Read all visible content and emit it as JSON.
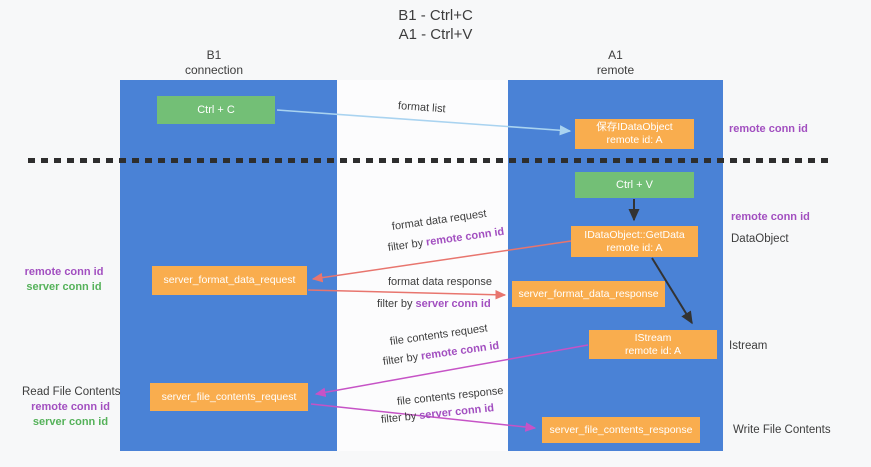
{
  "title": {
    "line1": "B1 - Ctrl+C",
    "line2": "A1 - Ctrl+V"
  },
  "lifelines": {
    "left": {
      "name": "B1",
      "role": "connection"
    },
    "right": {
      "name": "A1",
      "role": "remote"
    }
  },
  "nodes": {
    "ctrl_c": {
      "label": "Ctrl + C"
    },
    "save_idataobject": {
      "label": "保存IDataObject",
      "sub": "remote id: A"
    },
    "ctrl_v": {
      "label": "Ctrl + V"
    },
    "getdata": {
      "label": "IDataObject::GetData",
      "sub": "remote id: A"
    },
    "format_request": {
      "label": "server_format_data_request"
    },
    "format_response": {
      "label": "server_format_data_response"
    },
    "istream": {
      "label": "IStream",
      "sub": "remote id: A"
    },
    "file_request": {
      "label": "server_file_contents_request"
    },
    "file_response": {
      "label": "server_file_contents_response"
    }
  },
  "side_labels": {
    "remote_conn_id": "remote conn id",
    "server_conn_id": "server conn id",
    "dataobject": "DataObject",
    "istream": "Istream",
    "read_file_contents": "Read File Contents",
    "write_file_contents": "Write File Contents"
  },
  "arrows": {
    "filter_by": "filter by",
    "format_list": {
      "label": "format list"
    },
    "format_data_request": {
      "label": "format data request",
      "filter_key": "remote conn id"
    },
    "format_data_response": {
      "label": "format data response",
      "filter_key": "server conn id"
    },
    "file_contents_request": {
      "label": "file contents request",
      "filter_key": "remote conn id"
    },
    "file_contents_response": {
      "label": "file contents response",
      "filter_key": "server conn id"
    }
  },
  "colors": {
    "bg": "#f7f8f9",
    "column_blue": "#4a82d6",
    "box_orange": "#f9ad4e",
    "box_green": "#73bf76",
    "purple": "#a24fc0",
    "green_text": "#55b25a",
    "text_dark": "#3d3d3d",
    "dash": "#2e2e2e",
    "arrow_blue": "#a9d3f0",
    "arrow_black": "#333333",
    "arrow_red": "#e8756e",
    "arrow_magenta": "#c653c6"
  }
}
